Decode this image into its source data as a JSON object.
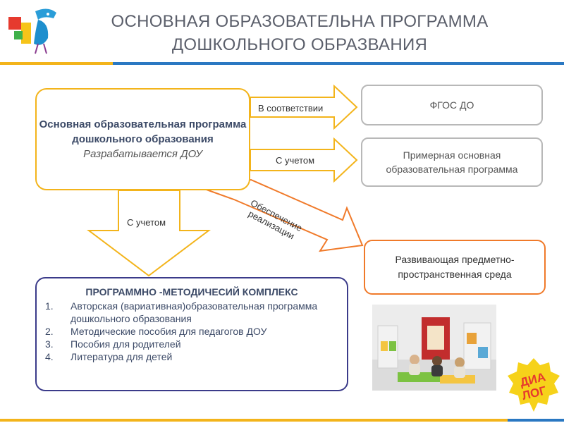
{
  "header": {
    "title_line1": "ОСНОВНАЯ ОБРАЗОВАТЕЛЬНА ПРОГРАММА",
    "title_line2": "ДОШКОЛЬНОГО ОБРАЗВАНИЯ"
  },
  "main_box": {
    "title": "Основная образовательная программа дошкольного образования",
    "subtitle": "Разрабатывается ДОУ"
  },
  "arrows": {
    "in_accordance": "В соответствии",
    "considering_right": "С учетом",
    "considering_down": "С учетом",
    "implementation_line1": "Обеспечение",
    "implementation_line2": "реализации"
  },
  "fgos_box": {
    "label": "ФГОС ДО"
  },
  "sample_box": {
    "label": "Примерная основная образовательная программа"
  },
  "environment_box": {
    "label": "Развивающая предметно-пространственная среда"
  },
  "complex": {
    "title": "ПРОГРАММНО -МЕТОДИЧЕСИЙ КОМПЛЕКС",
    "items": [
      {
        "num": "1.",
        "text": "Авторская (вариативная)образовательная программа дошкольного образования"
      },
      {
        "num": "2.",
        "text": "Методические пособия для педагогов ДОУ"
      },
      {
        "num": "3.",
        "text": "Пособия для родителей"
      },
      {
        "num": "4.",
        "text": "Литература для детей"
      }
    ]
  },
  "logo_badge": {
    "line1": "ДИА",
    "line2": "ЛОГ"
  },
  "colors": {
    "accent_yellow": "#f3b41b",
    "accent_blue": "#2a78c2",
    "accent_orange": "#f07a2a",
    "complex_border": "#3b3b8a"
  }
}
